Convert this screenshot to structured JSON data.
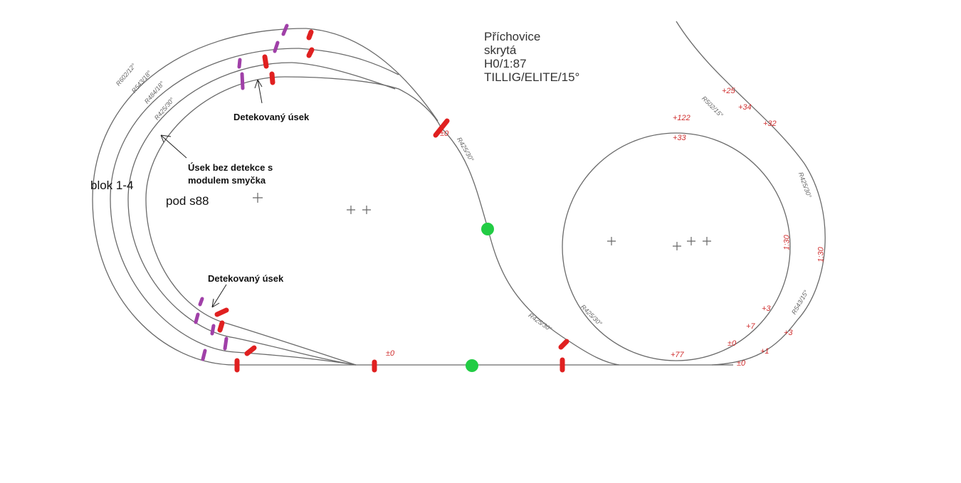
{
  "title_block": {
    "lines": [
      "Příchovice",
      "skrytá",
      "H0/1:87",
      "TILLIG/ELITE/15°"
    ]
  },
  "annotations": {
    "detected_top": "Detekovaný úsek",
    "detected_bottom": "Detekovaný úsek",
    "undetected_line1": "Úsek bez detekce s",
    "undetected_line2": "modulem smyčka",
    "block": "blok 1-4",
    "under_s88": "pod s88"
  },
  "radius_labels": [
    "R602/12°",
    "R543/18°",
    "R484/18°",
    "R425/30°",
    "R425/30°",
    "R425/30°",
    "R425/30°",
    "R502/15°",
    "R425/30°",
    "R543/15°"
  ],
  "height_marks": [
    "+122",
    "+33",
    "+25",
    "+34",
    "+32",
    "1:30",
    "1:30",
    "+3",
    "+7",
    "±0",
    "+1",
    "+3",
    "+77",
    "±0",
    "±0",
    "±0"
  ],
  "colors": {
    "track": "#6a6a6a",
    "red_marker": "#e02020",
    "purple_marker": "#a040a8",
    "green_dot": "#22cc44",
    "height_text": "#d03030"
  }
}
